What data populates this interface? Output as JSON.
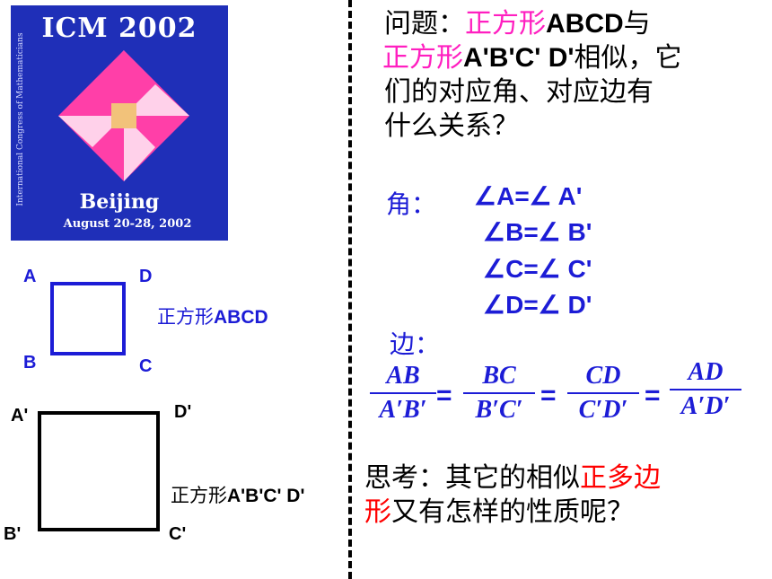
{
  "logo": {
    "title": "ICM 2002",
    "vertical_text": "International Congress of Mathematicians",
    "city": "Beijing",
    "dates": "August 20-28, 2002",
    "colors": {
      "background": "#1f2fb8",
      "pink": "#ff3fa8",
      "center": "#f2c27a"
    }
  },
  "square1": {
    "vertices": {
      "A": "A",
      "B": "B",
      "C": "C",
      "D": "D"
    },
    "name_prefix": "正方形",
    "name_letters": "ABCD",
    "color": "#1c1cd6"
  },
  "square2": {
    "vertices": {
      "A": "A'",
      "B": "B'",
      "C": "C'",
      "D": "D'"
    },
    "name_prefix": "正方形",
    "name_letters": "A'B'C' D'",
    "color": "#000000"
  },
  "question": {
    "prefix": "问题：",
    "sq1_word": "正方形",
    "sq1_letters": "ABCD",
    "mid": "与",
    "sq2_word": "正方形",
    "sq2_letters": "A'B'C' D'",
    "suffix1": "相似，它",
    "line3": "们的对应角、对应边有",
    "line4": "什么关系？"
  },
  "angles": {
    "label": "角：",
    "items": [
      "∠A=∠ A'",
      "∠B=∠ B'",
      "∠C=∠ C'",
      "∠D=∠ D'"
    ]
  },
  "sides": {
    "label": "边：",
    "fractions": [
      {
        "num": "AB",
        "den": "A′B′"
      },
      {
        "num": "BC",
        "den": "B′C′"
      },
      {
        "num": "CD",
        "den": "C′D′"
      },
      {
        "num": "AD",
        "den": "A′D′"
      }
    ],
    "equals": "="
  },
  "think": {
    "prefix": "思考：其它的相似",
    "red1": "正多边",
    "red2": "形",
    "suffix": "又有怎样的性质呢？"
  }
}
